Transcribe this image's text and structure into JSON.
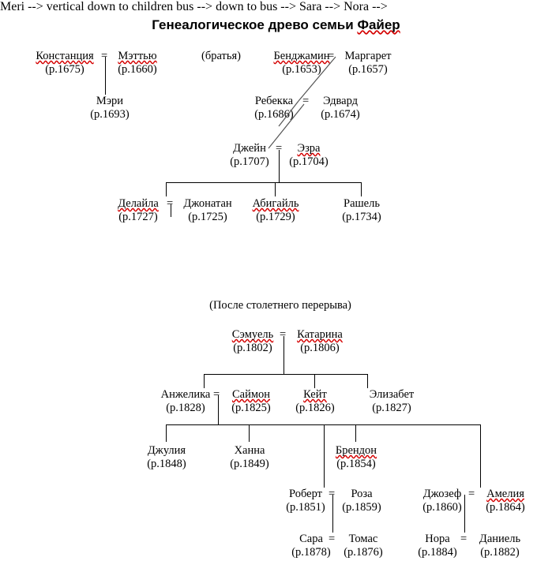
{
  "title": {
    "plain": "Генеалогическое древо семьи ",
    "misspelled": "Файер",
    "full": "Генеалогическое древо семьи Файер"
  },
  "captions": {
    "brothers": "(братья)",
    "gap": "(После столетнего перерыва)"
  },
  "symbols": {
    "marriage": "=",
    "birth_prefix": "р."
  },
  "people": {
    "konstantsiya": {
      "name": "Констанция",
      "year": "(р.1675)",
      "misspelled": true
    },
    "mattyu": {
      "name": "Мэттью",
      "year": "(р.1660)",
      "misspelled": true
    },
    "bendzhamin": {
      "name": "Бенджамин",
      "year": "(р.1653)",
      "misspelled": true
    },
    "margaret": {
      "name": "Маргарет",
      "year": "(р.1657)",
      "misspelled": false
    },
    "meri": {
      "name": "Мэри",
      "year": "(р.1693)",
      "misspelled": false
    },
    "rebekka": {
      "name": "Ребекка",
      "year": "(р.1686)",
      "misspelled": false
    },
    "edvard": {
      "name": "Эдвард",
      "year": "(р.1674)",
      "misspelled": false
    },
    "dzheyn": {
      "name": "Джейн",
      "year": "(р.1707)",
      "misspelled": false
    },
    "ezra": {
      "name": "Эзра",
      "year": "(р.1704)",
      "misspelled": true
    },
    "delayla": {
      "name": "Делайла",
      "year": "(р.1727)",
      "misspelled": true
    },
    "dzhonatan": {
      "name": "Джонатан",
      "year": "(р.1725)",
      "misspelled": false
    },
    "abigayl": {
      "name": "Абигайль",
      "year": "(р.1729)",
      "misspelled": true
    },
    "rashel": {
      "name": "Рашель",
      "year": "(р.1734)",
      "misspelled": false
    },
    "semuel": {
      "name": "Сэмуель",
      "year": "(р.1802)",
      "misspelled": true
    },
    "katarina": {
      "name": "Катарина",
      "year": "(р.1806)",
      "misspelled": true
    },
    "anzhelika": {
      "name": "Анжелика",
      "year": "(р.1828)",
      "misspelled": false
    },
    "saymon": {
      "name": "Саймон",
      "year": "(р.1825)",
      "misspelled": true
    },
    "keyt": {
      "name": "Кейт",
      "year": "(р.1826)",
      "misspelled": true
    },
    "elizabet": {
      "name": "Элизабет",
      "year": "(р.1827)",
      "misspelled": false
    },
    "dzhuliya": {
      "name": "Джулия",
      "year": "(р.1848)",
      "misspelled": false
    },
    "khanna": {
      "name": "Ханна",
      "year": "(р.1849)",
      "misspelled": false
    },
    "brendon": {
      "name": "Брендон",
      "year": "(р.1854)",
      "misspelled": true
    },
    "robert": {
      "name": "Роберт",
      "year": "(р.1851)",
      "misspelled": false
    },
    "roza": {
      "name": "Роза",
      "year": "(р.1859)",
      "misspelled": false
    },
    "dzhozef": {
      "name": "Джозеф",
      "year": "(р.1860)",
      "misspelled": false
    },
    "ameliya": {
      "name": "Амелия",
      "year": "(р.1864)",
      "misspelled": true
    },
    "sara": {
      "name": "Сара",
      "year": "(р.1878)",
      "misspelled": false
    },
    "tomas": {
      "name": "Томас",
      "year": "(р.1876)",
      "misspelled": false
    },
    "nora": {
      "name": "Нора",
      "year": "(р.1884)",
      "misspelled": false
    },
    "daniel": {
      "name": "Даниель",
      "year": "(р.1882)",
      "misspelled": false
    }
  },
  "colors": {
    "ink": "#000000",
    "background": "#ffffff",
    "spellcheck_underline": "#d40000"
  }
}
